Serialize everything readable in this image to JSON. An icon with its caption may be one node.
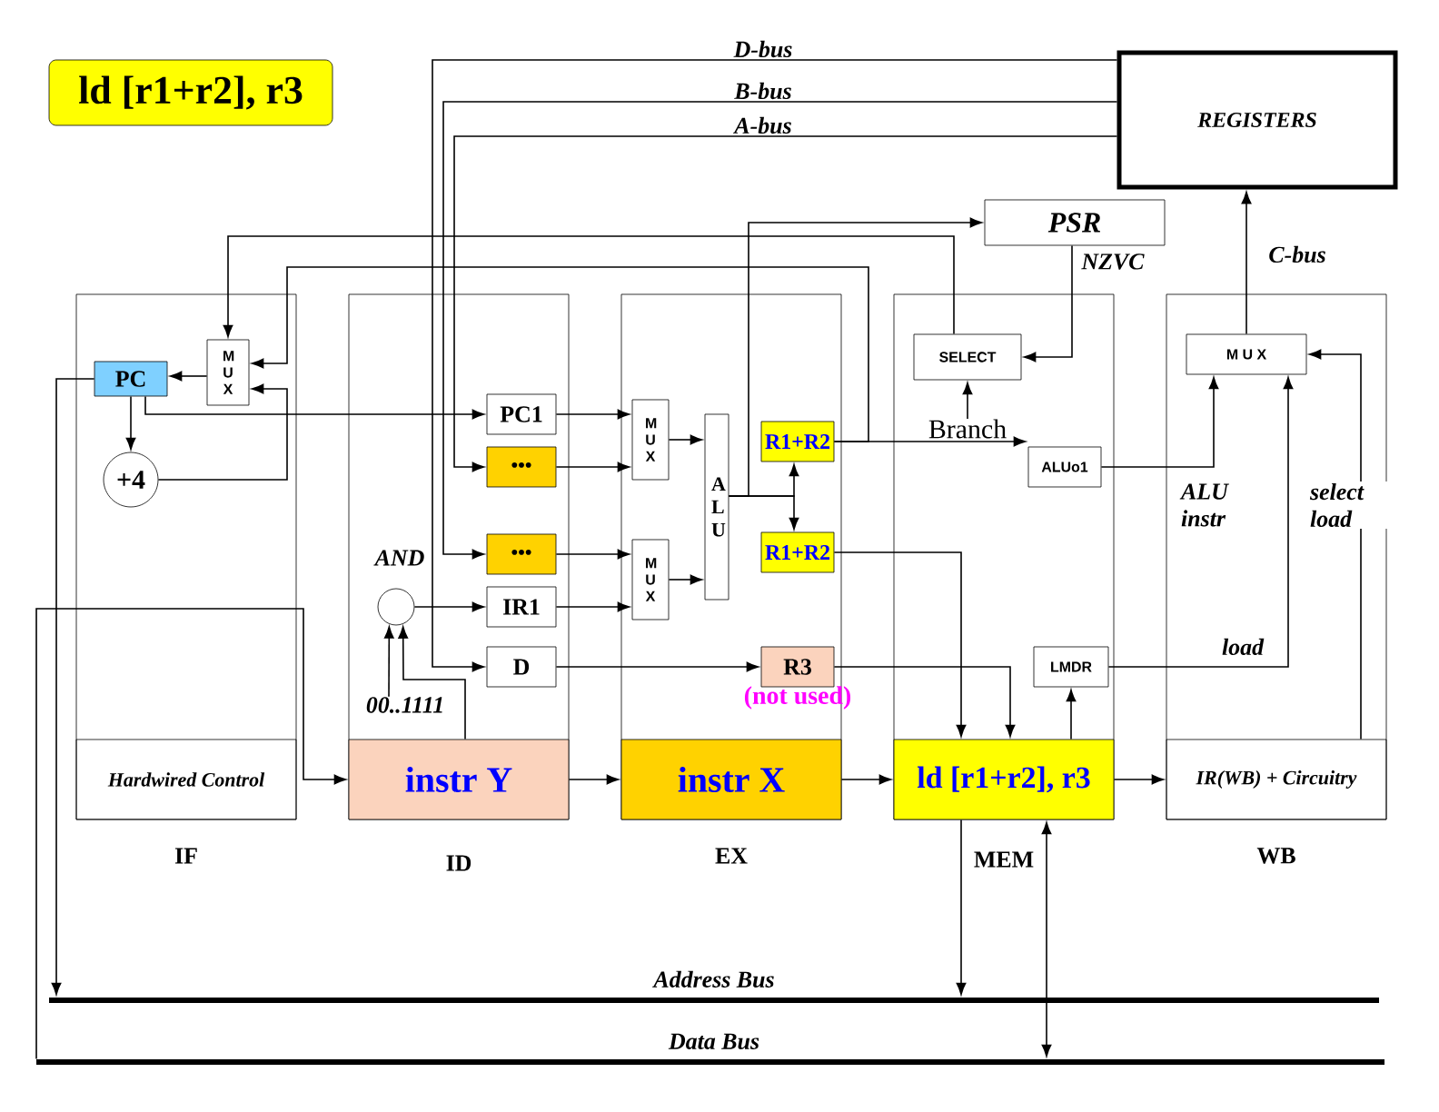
{
  "diagram": {
    "nodes": [
      {
        "text": [
          "ld [r1+r2], r3"
        ]
      },
      {
        "text": [
          "REGISTERS"
        ]
      },
      {
        "text": [
          "PSR"
        ]
      },
      {
        "text": [],
        "shape": "box",
        "beside": [
          "IF"
        ]
      },
      {
        "text": [
          "Hardwired Control"
        ],
        "in": 3
      },
      {
        "text": [
          "M U X"
        ],
        "in": 3
      },
      {
        "text": [
          "PC"
        ],
        "in": 3
      },
      {
        "text": [
          "+4"
        ],
        "in": 3
      },
      {
        "text": [],
        "shape": "box",
        "beside": [
          "ID"
        ]
      },
      {
        "text": [
          "instr Y"
        ],
        "in": 8
      },
      {
        "text": [
          "PC1"
        ],
        "in": 8
      },
      {
        "text": [
          "•••"
        ],
        "in": 8
      },
      {
        "text": [
          "•••"
        ],
        "in": 8
      },
      {
        "text": [
          "IR1"
        ],
        "in": 8
      },
      {
        "text": [
          "D"
        ],
        "in": 8
      },
      {
        "text": [],
        "shape": "circle",
        "beside": [
          "AND"
        ],
        "in": 8
      },
      {
        "text": [
          "00..1111"
        ],
        "in": 8
      },
      {
        "text": [],
        "shape": "box",
        "beside": [
          "EX"
        ]
      },
      {
        "text": [
          "instr X"
        ],
        "in": 17
      },
      {
        "text": [
          "M U X"
        ],
        "in": 17
      },
      {
        "text": [
          "M U X"
        ],
        "in": 17
      },
      {
        "text": [
          "A L U"
        ],
        "in": 17
      },
      {
        "text": [
          "R1+R2"
        ],
        "in": 17
      },
      {
        "text": [
          "R1+R2"
        ],
        "in": 17
      },
      {
        "text": [
          "R3"
        ],
        "in": 17
      },
      {
        "text": [],
        "shape": "box",
        "beside": [
          "MEM"
        ]
      },
      {
        "text": [
          "ld [r1+r2], r3"
        ],
        "in": 25
      },
      {
        "text": [
          "SELECT"
        ],
        "in": 25
      },
      {
        "text": [
          "ALUo1"
        ],
        "in": 25
      },
      {
        "text": [
          "LMDR"
        ],
        "in": 25
      },
      {
        "text": [
          "Branch"
        ],
        "in": 25
      },
      {
        "text": [],
        "shape": "box",
        "beside": [
          "WB"
        ]
      },
      {
        "text": [
          "IR(WB) + Circuitry"
        ],
        "in": 31
      },
      {
        "text": [
          "M U X"
        ],
        "in": 31
      },
      {
        "text": [
          "Address Bus"
        ]
      },
      {
        "text": [
          "Data Bus"
        ]
      }
    ],
    "edges": [
      {
        "from": 1,
        "to": 14,
        "arrow": "to",
        "label": "D-bus"
      },
      {
        "from": 1,
        "to": 12,
        "arrow": "to",
        "label": "B-bus"
      },
      {
        "from": 1,
        "to": 11,
        "arrow": "to",
        "label": "A-bus"
      },
      {
        "from": 33,
        "to": 1,
        "arrow": "to",
        "label": "C-bus"
      },
      {
        "from": 2,
        "to": 27,
        "arrow": "to",
        "label": "NZVC"
      },
      {
        "from": 21,
        "to": 2,
        "arrow": "to"
      },
      {
        "from": 21,
        "to": 22,
        "arrow": "to"
      },
      {
        "from": 21,
        "to": 23,
        "arrow": "to"
      },
      {
        "from": 27,
        "to": 5,
        "arrow": "to"
      },
      {
        "from": 22,
        "to": 5,
        "arrow": "to"
      },
      {
        "from": 7,
        "to": 5,
        "arrow": "to"
      },
      {
        "from": 5,
        "to": 6,
        "arrow": "to"
      },
      {
        "from": 6,
        "to": 7,
        "arrow": "to"
      },
      {
        "from": 6,
        "to": 10,
        "arrow": "to"
      },
      {
        "from": 6,
        "to": 34,
        "arrow": "to"
      },
      {
        "from": 35,
        "to": 9,
        "arrow": "to"
      },
      {
        "from": 9,
        "to": 15,
        "arrow": "to"
      },
      {
        "from": 16,
        "to": 15,
        "arrow": "to"
      },
      {
        "from": 15,
        "to": 13,
        "arrow": "to"
      },
      {
        "from": 10,
        "to": 19,
        "arrow": "to"
      },
      {
        "from": 11,
        "to": 19,
        "arrow": "to"
      },
      {
        "from": 19,
        "to": 21,
        "arrow": "to"
      },
      {
        "from": 12,
        "to": 20,
        "arrow": "to"
      },
      {
        "from": 13,
        "to": 20,
        "arrow": "to"
      },
      {
        "from": 20,
        "to": 21,
        "arrow": "to"
      },
      {
        "from": 14,
        "to": 24,
        "arrow": "to"
      },
      {
        "from": 22,
        "to": 28,
        "arrow": "to"
      },
      {
        "from": 23,
        "to": 26,
        "arrow": "to"
      },
      {
        "from": 24,
        "to": 26,
        "arrow": "to"
      },
      {
        "from": 26,
        "to": 34,
        "arrow": "to"
      },
      {
        "from": 35,
        "to": 26,
        "arrow": "both"
      },
      {
        "from": 26,
        "to": 29,
        "arrow": "to"
      },
      {
        "from": 30,
        "to": 27,
        "arrow": "to"
      },
      {
        "from": 28,
        "to": 33,
        "arrow": "to",
        "label": "ALU instr"
      },
      {
        "from": 29,
        "to": 33,
        "arrow": "to",
        "label": "load"
      },
      {
        "from": 32,
        "to": 33,
        "arrow": "to",
        "label": "select load"
      },
      {
        "from": 9,
        "to": 18,
        "arrow": "to"
      },
      {
        "from": 18,
        "to": 26,
        "arrow": "to"
      },
      {
        "from": 26,
        "to": 32,
        "arrow": "to"
      }
    ],
    "labels": [
      "(not used)"
    ]
  }
}
